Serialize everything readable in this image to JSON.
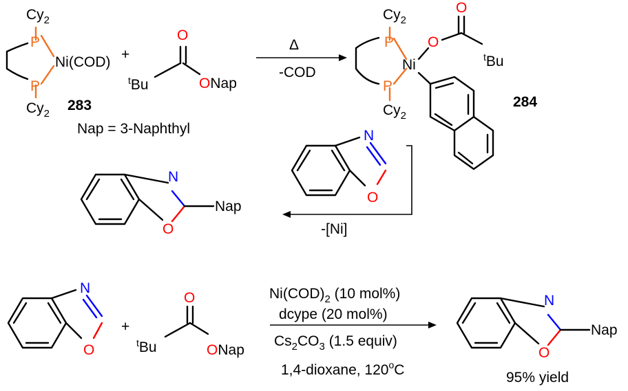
{
  "colors": {
    "oxygen": "#ff0000",
    "nitrogen": "#0000ff",
    "phosphorus": "#f07020",
    "bond": "#000000"
  },
  "atoms": {
    "P": "P",
    "O": "O",
    "N": "N",
    "Ni": "Ni",
    "Ni_cod": "Ni(COD)",
    "Cy": "Cy",
    "two": "2",
    "t": "t",
    "Bu": "Bu",
    "Nap": "Nap",
    "ONap": "ONap"
  },
  "step1": {
    "complex_label": "283",
    "plus": "+",
    "nap_definition": "Nap = 3-Naphthyl",
    "arrow_above": "Δ",
    "arrow_below": "-COD",
    "product_label": "284"
  },
  "step2": {
    "arrow_below": "-[Ni]"
  },
  "step3": {
    "plus": "+",
    "cond1_pre": "Ni(COD)",
    "cond1_sub": "2",
    "cond1_post": " (10 mol%)",
    "cond2": "dcype (20 mol%)",
    "cond3_pre": "Cs",
    "cond3_sub1": "2",
    "cond3_mid": "CO",
    "cond3_sub2": "3",
    "cond3_post": " (1.5 equiv)",
    "cond4_pre": "1,4-dioxane, 120",
    "cond4_sup": "o",
    "cond4_post": "C",
    "yield": "95% yield"
  }
}
